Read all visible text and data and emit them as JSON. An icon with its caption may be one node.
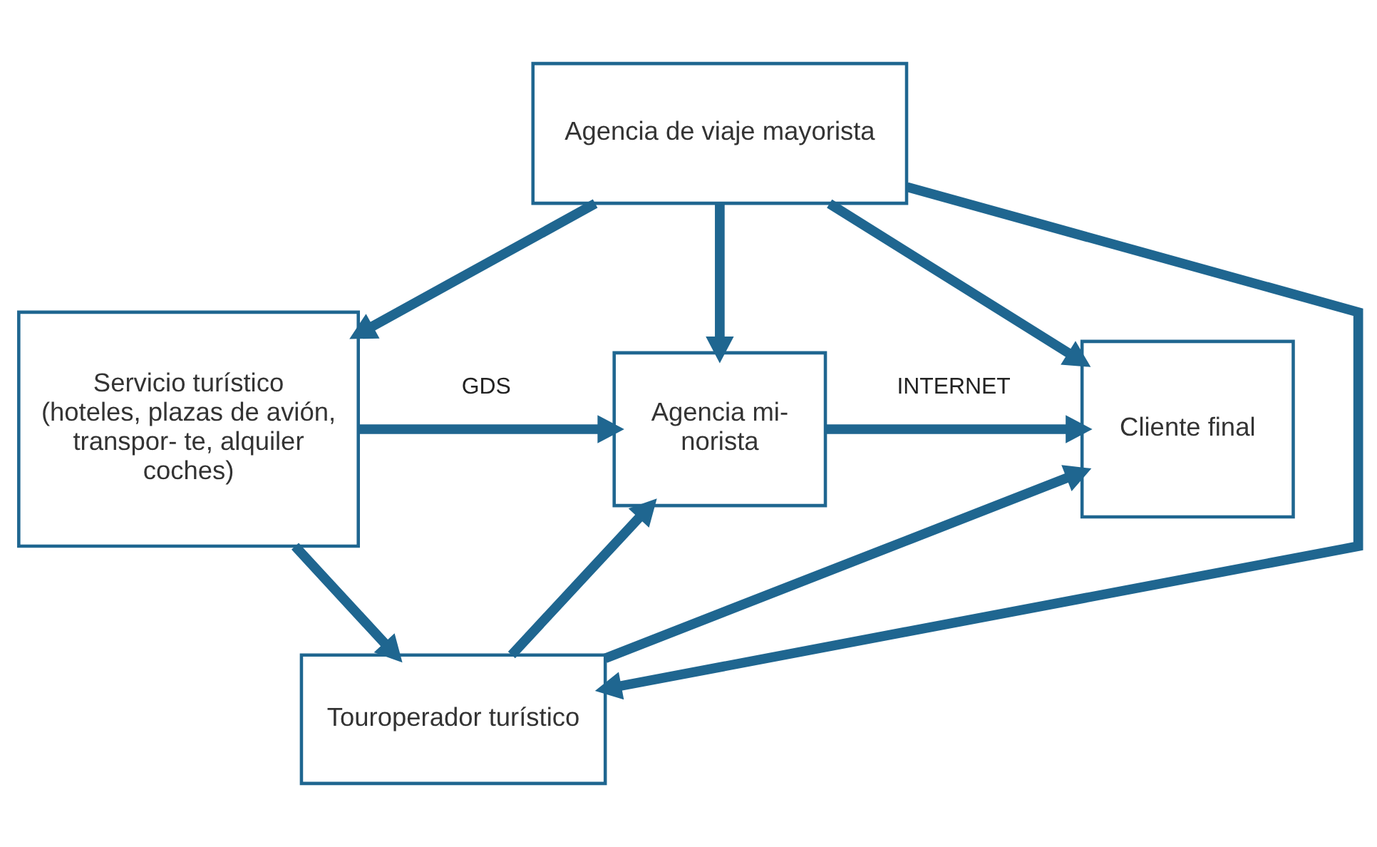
{
  "diagram": {
    "nodes": [
      {
        "text": [
          "Agencia de viaje mayorista"
        ]
      },
      {
        "text": [
          "Servicio turístico (hoteles, plazas de avión, transpor- te, alquiler coches)"
        ]
      },
      {
        "text": [
          "Agencia mi- norista"
        ]
      },
      {
        "text": [
          "Cliente final"
        ]
      },
      {
        "text": [
          "Touroperador turístico"
        ]
      }
    ],
    "edges": [
      {
        "from": 0,
        "to": 1,
        "arrow": "to"
      },
      {
        "from": 0,
        "to": 4,
        "arrow": "to"
      },
      {
        "from": 0,
        "to": 2,
        "arrow": "to"
      },
      {
        "from": 0,
        "to": 3,
        "arrow": "to"
      },
      {
        "from": 1,
        "to": 2,
        "label": "GDS",
        "arrow": "to"
      },
      {
        "from": 2,
        "to": 3,
        "label": "INTERNET",
        "arrow": "to"
      },
      {
        "from": 1,
        "to": 4,
        "arrow": "to"
      },
      {
        "from": 4,
        "to": 2,
        "arrow": "to"
      },
      {
        "from": 4,
        "to": 3,
        "arrow": "to"
      }
    ]
  }
}
